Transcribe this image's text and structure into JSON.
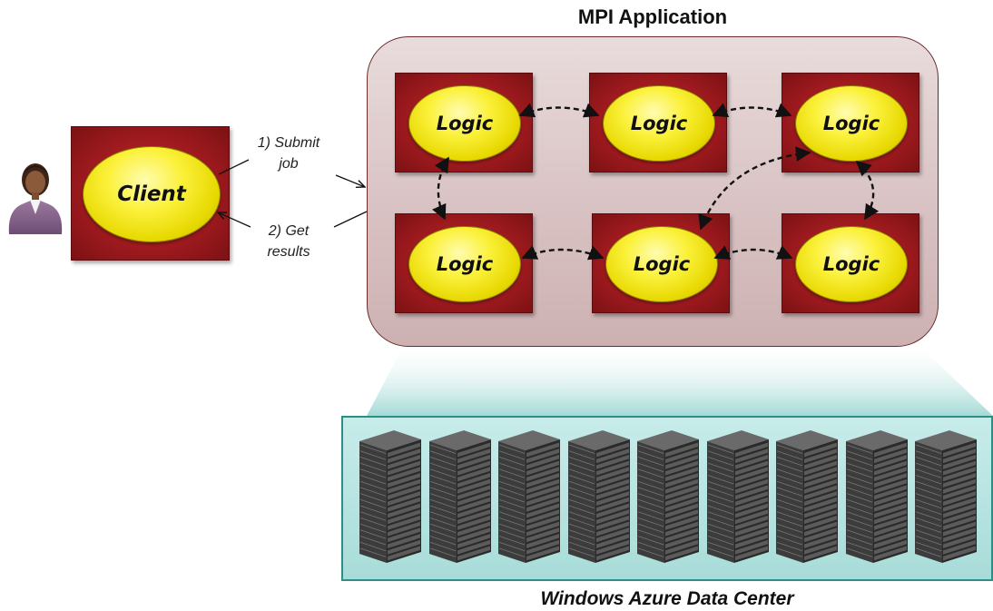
{
  "mpi": {
    "title": "MPI Application"
  },
  "client": {
    "label": "Client"
  },
  "nodes": [
    {
      "label": "Logic"
    },
    {
      "label": "Logic"
    },
    {
      "label": "Logic"
    },
    {
      "label": "Logic"
    },
    {
      "label": "Logic"
    },
    {
      "label": "Logic"
    }
  ],
  "steps": {
    "submit": "1) Submit job",
    "submit_l1": "1) Submit",
    "submit_l2": "job",
    "results": "2) Get results",
    "results_l1": "2) Get",
    "results_l2": "results"
  },
  "datacenter": {
    "title": "Windows Azure Data Center",
    "server_racks": 9
  },
  "colors": {
    "node_red": "#a11b1f",
    "ellipse_yellow": "#fbf13b",
    "container": "#d9c2c3",
    "dc_teal": "#a8dcd8"
  }
}
